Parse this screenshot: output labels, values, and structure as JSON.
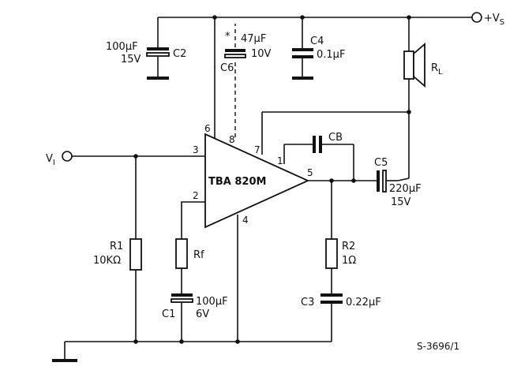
{
  "nets": {
    "supply": "+V",
    "supply_sub": "S",
    "input": "V",
    "input_sub": "I"
  },
  "ic": {
    "name": "TBA 820M",
    "pins": {
      "p1": "1",
      "p2": "2",
      "p3": "3",
      "p4": "4",
      "p5": "5",
      "p6": "6",
      "p7": "7",
      "p8": "8"
    }
  },
  "components": {
    "c2": {
      "ref": "C2",
      "value": "100µF",
      "rating": "15V"
    },
    "c6": {
      "ref": "C6",
      "value": "47µF",
      "rating": "10V",
      "note": "*"
    },
    "c4": {
      "ref": "C4",
      "value": "0.1µF"
    },
    "rl": {
      "ref": "R",
      "ref_sub": "L"
    },
    "cb": {
      "ref": "CB"
    },
    "c5": {
      "ref": "C5",
      "value": "220µF",
      "rating": "15V"
    },
    "r1": {
      "ref": "R1",
      "value": "10KΩ"
    },
    "rf": {
      "ref": "Rf"
    },
    "c1": {
      "ref": "C1",
      "value": "100µF",
      "rating": "6V"
    },
    "r2": {
      "ref": "R2",
      "value": "1Ω"
    },
    "c3": {
      "ref": "C3",
      "value": "0.22µF"
    }
  },
  "figure_code": "S-3696/1"
}
